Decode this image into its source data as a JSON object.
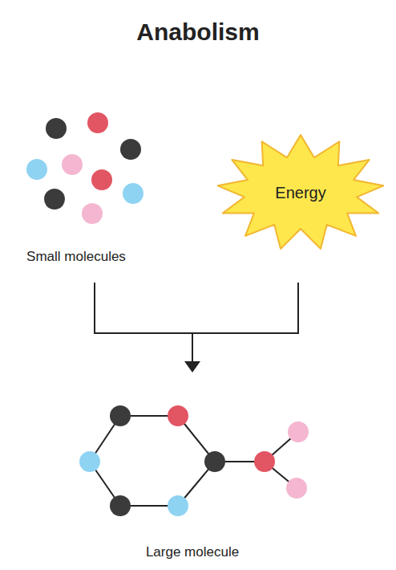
{
  "diagram": {
    "title": "Anabolism",
    "nodes": [
      {
        "text": [
          "Energy"
        ]
      }
    ],
    "labels": [
      "Small molecules",
      "Large molecule"
    ]
  }
}
